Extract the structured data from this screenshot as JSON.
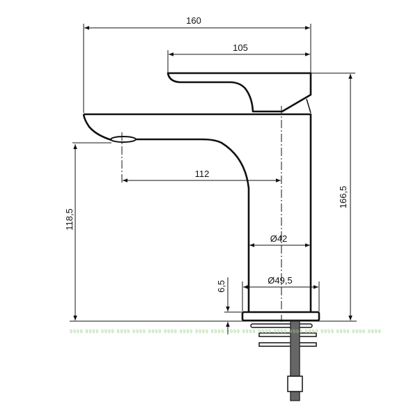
{
  "title": "Faucet dimension drawing",
  "dimensions": {
    "overall_length": "160",
    "handle_length": "105",
    "spout_reach": "112",
    "spout_height": "118,5",
    "total_height": "166,5",
    "body_diameter": "Ø42",
    "base_diameter": "Ø49,5",
    "base_height": "6,5"
  },
  "watermark": "9999 9999 9999 9999 9999 9999 9999 9999 9999 9999 9999 9999 9999 9999 9999 9999 9999 9999 9999 9999",
  "colors": {
    "line": "#111111",
    "watermark": "#9bd08a"
  }
}
